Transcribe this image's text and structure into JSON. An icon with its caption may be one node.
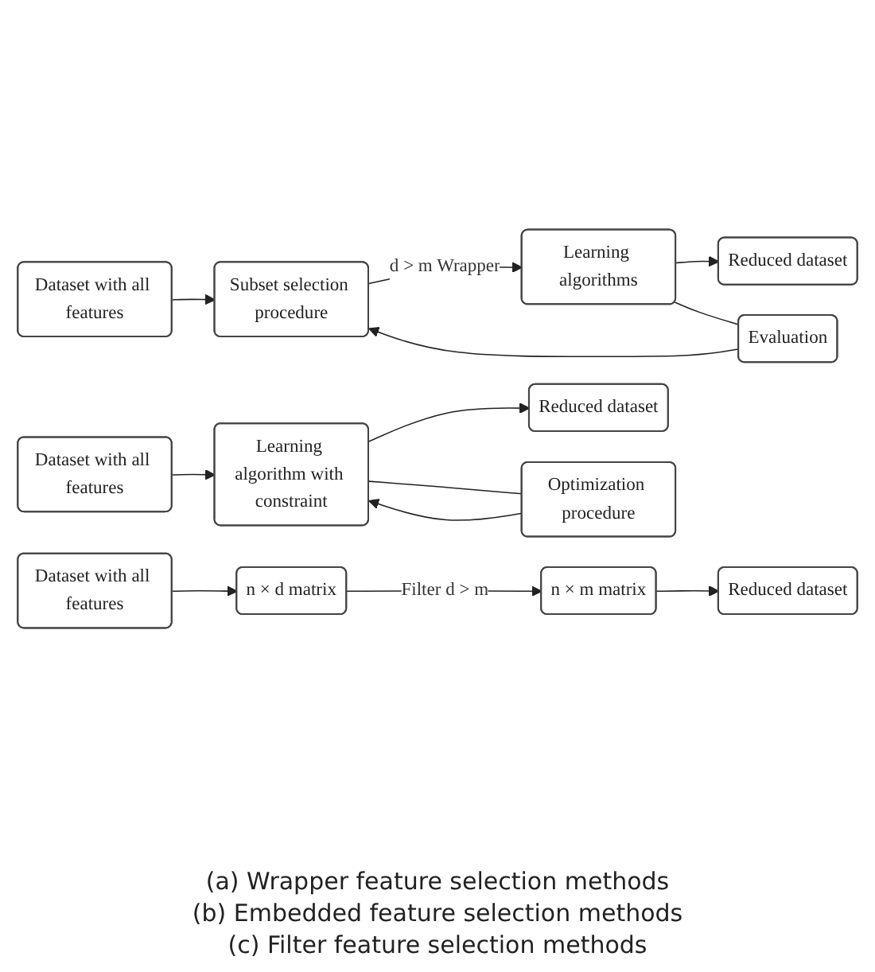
{
  "diagram": {
    "nodes": [
      {
        "text": [
          "Dataset with all features"
        ]
      },
      {
        "text": [
          "Subset selection procedure"
        ]
      },
      {
        "text": [
          "Learning algorithms"
        ]
      },
      {
        "text": [
          "Reduced dataset"
        ]
      },
      {
        "text": [
          "Evaluation"
        ]
      },
      {
        "text": [
          "Dataset with all features"
        ]
      },
      {
        "text": [
          "Learning algorithm with constraint"
        ]
      },
      {
        "text": [
          "Reduced dataset"
        ]
      },
      {
        "text": [
          "Optimization procedure"
        ]
      },
      {
        "text": [
          "Dataset with all features"
        ]
      },
      {
        "text": [
          "n × d matrix"
        ]
      },
      {
        "text": [
          "n × m matrix"
        ]
      },
      {
        "text": [
          "Reduced dataset"
        ]
      }
    ],
    "edges": [
      {
        "from": 0,
        "to": 1,
        "arrow": "to"
      },
      {
        "from": 1,
        "to": 2,
        "arrow": "to",
        "label": "d > m Wrapper"
      },
      {
        "from": 2,
        "to": 3,
        "arrow": "to"
      },
      {
        "from": 2,
        "to": 4,
        "arrow": "none"
      },
      {
        "from": 4,
        "to": 1,
        "arrow": "to"
      },
      {
        "from": 5,
        "to": 6,
        "arrow": "to"
      },
      {
        "from": 6,
        "to": 7,
        "arrow": "to"
      },
      {
        "from": 6,
        "to": 8,
        "arrow": "none"
      },
      {
        "from": 8,
        "to": 6,
        "arrow": "to"
      },
      {
        "from": 9,
        "to": 10,
        "arrow": "to"
      },
      {
        "from": 10,
        "to": 11,
        "arrow": "to",
        "label": "Filter d > m"
      },
      {
        "from": 11,
        "to": 12,
        "arrow": "to"
      }
    ],
    "labels": [
      "(a) Wrapper feature selection methods",
      "(b) Embedded feature selection methods",
      "(c) Filter feature selection methods"
    ]
  }
}
